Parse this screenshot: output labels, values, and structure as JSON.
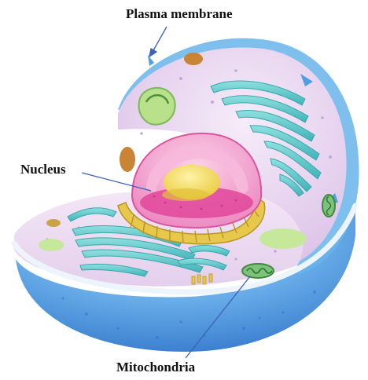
{
  "labels": {
    "plasma_membrane": "Plasma membrane",
    "nucleus": "Nucleus",
    "mitochondria": "Mitochondria"
  },
  "colors": {
    "cytoplasm": "#e9d3ef",
    "outer_shell": "#4f9ee6",
    "shell_highlight": "#9fd0f5",
    "rim": "#dfe9f5",
    "nuclear_envelope_inner": "#e0479a",
    "nuclear_envelope_outer": "#f6b9db",
    "nucleolus": "#f2dc56",
    "er_rough": "#e8c84a",
    "golgi": "#58c7c9",
    "mitochondrion": "#7cc27a",
    "vesicle_brown": "#c98436",
    "vacuole_green": "#b9e08a",
    "pointer_line": "#3a63b8"
  },
  "icons": [
    "cell-body",
    "nucleus",
    "nucleolus",
    "rough-er",
    "golgi-apparatus",
    "mitochondrion",
    "vesicle",
    "lysosome",
    "vacuole",
    "centrioles"
  ]
}
